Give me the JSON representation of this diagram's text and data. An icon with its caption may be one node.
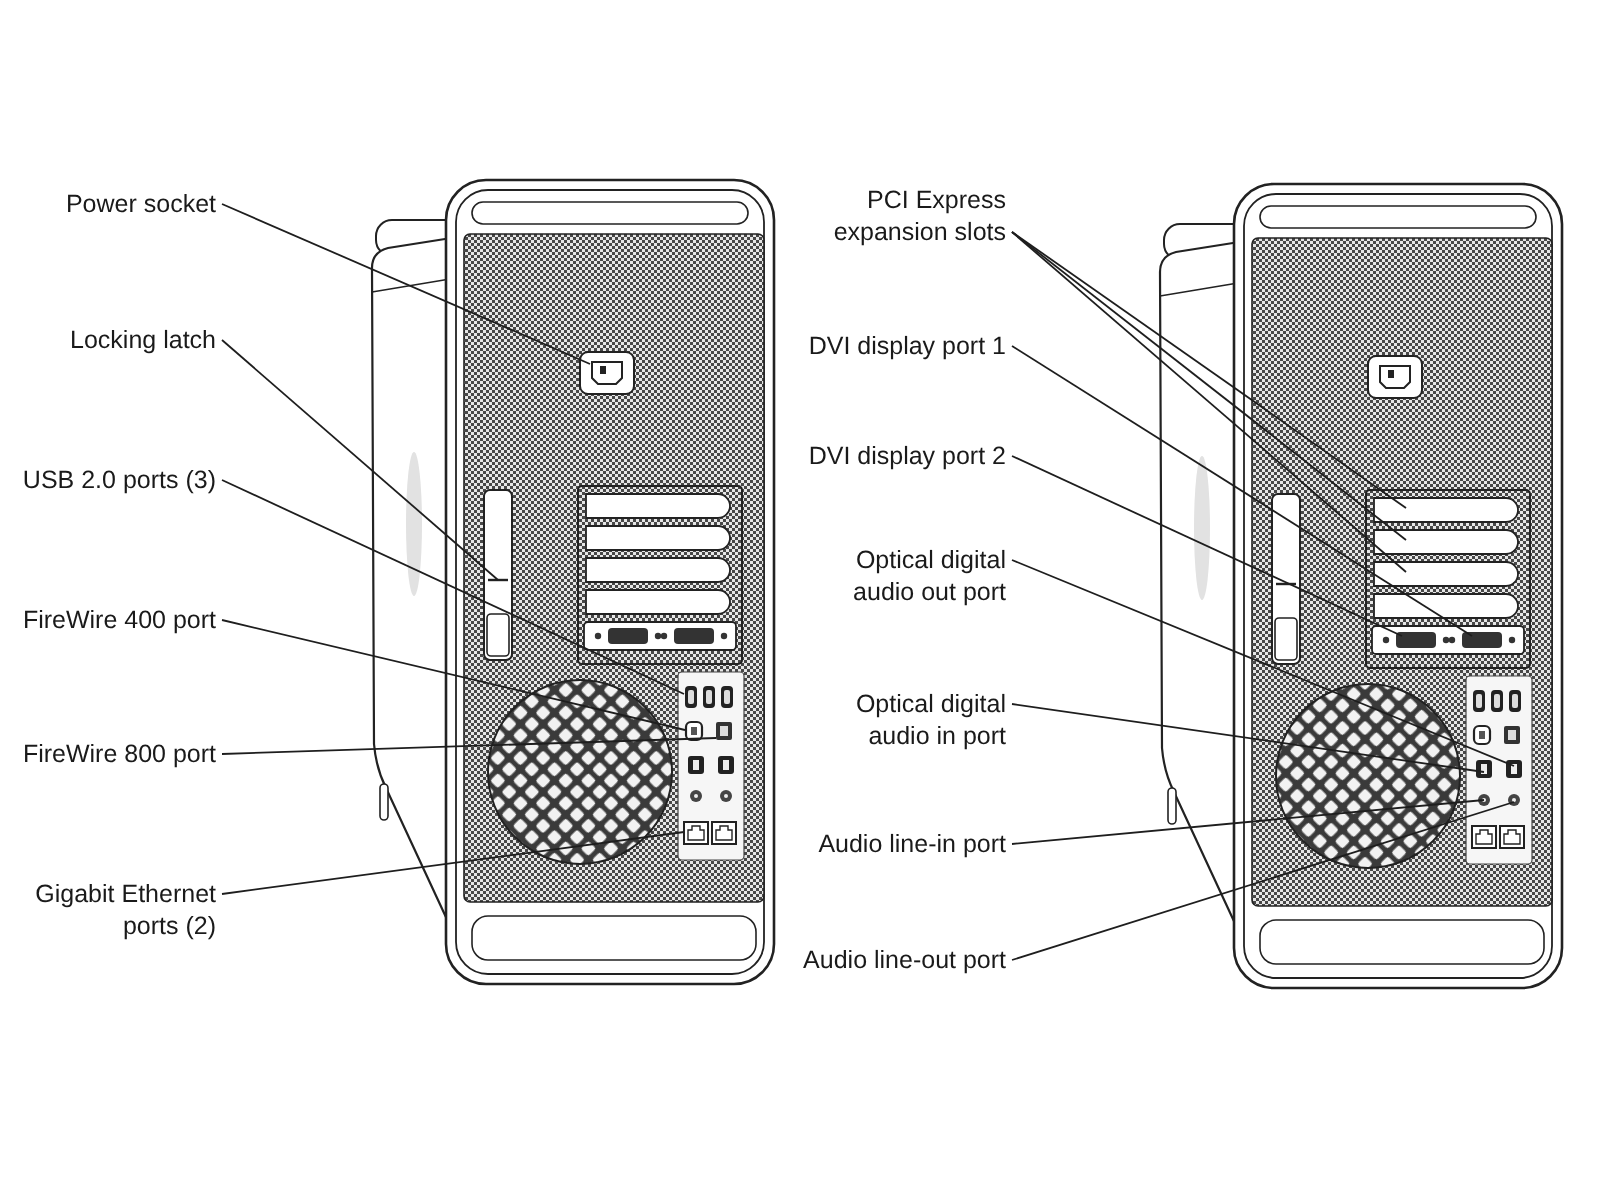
{
  "diagram": {
    "nodes": [
      {
        "text": [
          "Power socket"
        ]
      },
      {
        "text": [
          "Locking latch"
        ]
      },
      {
        "text": [
          "USB 2.0 ports (3)"
        ]
      },
      {
        "text": [
          "FireWire 400 port"
        ]
      },
      {
        "text": [
          "FireWire 800 port"
        ]
      },
      {
        "text": [
          "Gigabit Ethernet ports (2)"
        ]
      },
      {
        "text": [
          "PCI Express expansion slots"
        ]
      },
      {
        "text": [
          "DVI display port 1"
        ]
      },
      {
        "text": [
          "DVI display port 2"
        ]
      },
      {
        "text": [
          "Optical digital audio out port"
        ]
      },
      {
        "text": [
          "Optical digital audio in port"
        ]
      },
      {
        "text": [
          "Audio line-in port"
        ]
      },
      {
        "text": [
          "Audio line-out port"
        ]
      }
    ],
    "edges": [
      {
        "from": 0,
        "to": null,
        "arrow": "none"
      },
      {
        "from": 1,
        "to": null,
        "arrow": "none"
      },
      {
        "from": 2,
        "to": null,
        "arrow": "none"
      },
      {
        "from": 3,
        "to": null,
        "arrow": "none"
      },
      {
        "from": 4,
        "to": null,
        "arrow": "none"
      },
      {
        "from": 5,
        "to": null,
        "arrow": "none"
      },
      {
        "from": 6,
        "to": null,
        "arrow": "none"
      },
      {
        "from": 6,
        "to": null,
        "arrow": "none"
      },
      {
        "from": 6,
        "to": null,
        "arrow": "none"
      },
      {
        "from": 7,
        "to": null,
        "arrow": "none"
      },
      {
        "from": 8,
        "to": null,
        "arrow": "none"
      },
      {
        "from": 9,
        "to": null,
        "arrow": "none"
      },
      {
        "from": 10,
        "to": null,
        "arrow": "none"
      },
      {
        "from": 11,
        "to": null,
        "arrow": "none"
      },
      {
        "from": 12,
        "to": null,
        "arrow": "none"
      }
    ]
  }
}
